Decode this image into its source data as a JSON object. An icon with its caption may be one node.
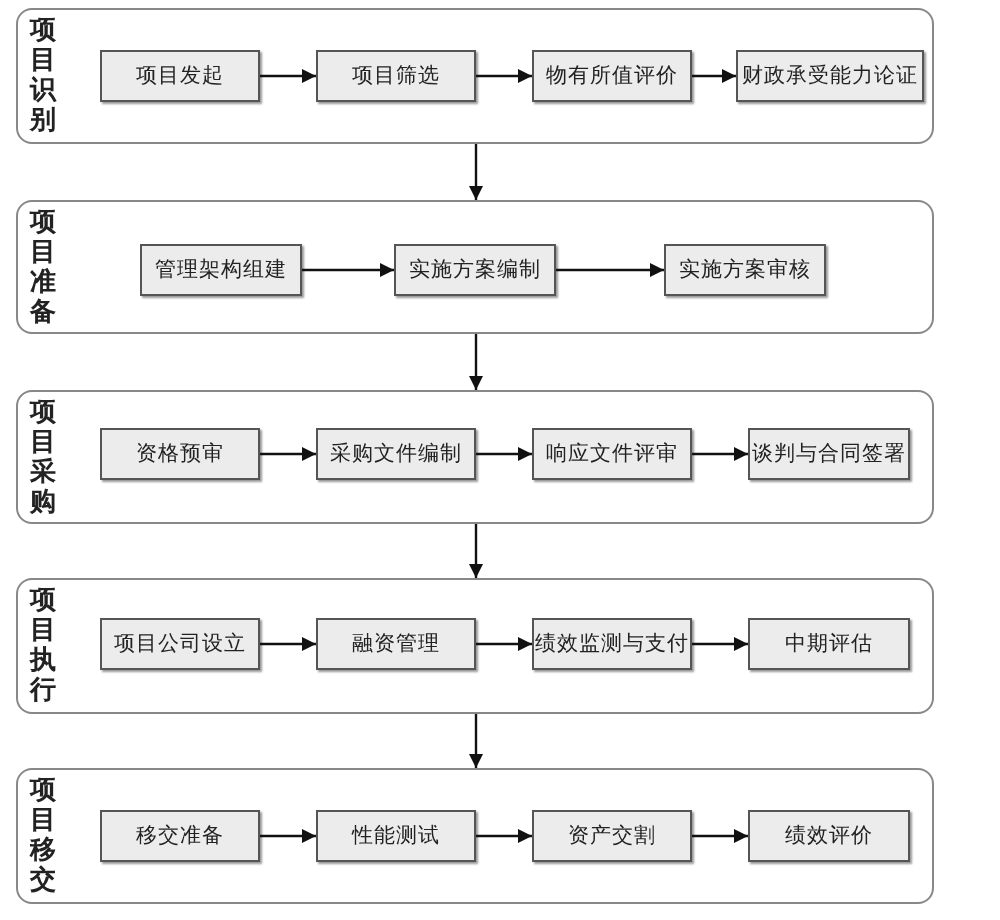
{
  "diagram": {
    "nodes": [
      {
        "text": [
          "项目识别"
        ]
      },
      {
        "text": [
          "项目发起"
        ],
        "in": 0
      },
      {
        "text": [
          "项目筛选"
        ],
        "in": 0
      },
      {
        "text": [
          "物有所值评价"
        ],
        "in": 0
      },
      {
        "text": [
          "财政承受能力论证"
        ],
        "in": 0
      },
      {
        "text": [
          "项目准备"
        ]
      },
      {
        "text": [
          "管理架构组建"
        ],
        "in": 5
      },
      {
        "text": [
          "实施方案编制"
        ],
        "in": 5
      },
      {
        "text": [
          "实施方案审核"
        ],
        "in": 5
      },
      {
        "text": [
          "项目采购"
        ]
      },
      {
        "text": [
          "资格预审"
        ],
        "in": 9
      },
      {
        "text": [
          "采购文件编制"
        ],
        "in": 9
      },
      {
        "text": [
          "响应文件评审"
        ],
        "in": 9
      },
      {
        "text": [
          "谈判与合同签署"
        ],
        "in": 9
      },
      {
        "text": [
          "项目执行"
        ]
      },
      {
        "text": [
          "项目公司设立"
        ],
        "in": 14
      },
      {
        "text": [
          "融资管理"
        ],
        "in": 14
      },
      {
        "text": [
          "绩效监测与支付"
        ],
        "in": 14
      },
      {
        "text": [
          "中期评估"
        ],
        "in": 14
      },
      {
        "text": [
          "项目移交"
        ]
      },
      {
        "text": [
          "移交准备"
        ],
        "in": 19
      },
      {
        "text": [
          "性能测试"
        ],
        "in": 19
      },
      {
        "text": [
          "资产交割"
        ],
        "in": 19
      },
      {
        "text": [
          "绩效评价"
        ],
        "in": 19
      }
    ],
    "edges": [
      {
        "from": 1,
        "to": 2,
        "arrow": "to"
      },
      {
        "from": 2,
        "to": 3,
        "arrow": "to"
      },
      {
        "from": 3,
        "to": 4,
        "arrow": "to"
      },
      {
        "from": 0,
        "to": 5,
        "arrow": "to"
      },
      {
        "from": 6,
        "to": 7,
        "arrow": "to"
      },
      {
        "from": 7,
        "to": 8,
        "arrow": "to"
      },
      {
        "from": 5,
        "to": 9,
        "arrow": "to"
      },
      {
        "from": 10,
        "to": 11,
        "arrow": "to"
      },
      {
        "from": 11,
        "to": 12,
        "arrow": "to"
      },
      {
        "from": 12,
        "to": 13,
        "arrow": "to"
      },
      {
        "from": 9,
        "to": 14,
        "arrow": "to"
      },
      {
        "from": 15,
        "to": 16,
        "arrow": "to"
      },
      {
        "from": 16,
        "to": 17,
        "arrow": "to"
      },
      {
        "from": 17,
        "to": 18,
        "arrow": "to"
      },
      {
        "from": 14,
        "to": 19,
        "arrow": "to"
      },
      {
        "from": 20,
        "to": 21,
        "arrow": "to"
      },
      {
        "from": 21,
        "to": 22,
        "arrow": "to"
      },
      {
        "from": 22,
        "to": 23,
        "arrow": "to"
      }
    ]
  }
}
